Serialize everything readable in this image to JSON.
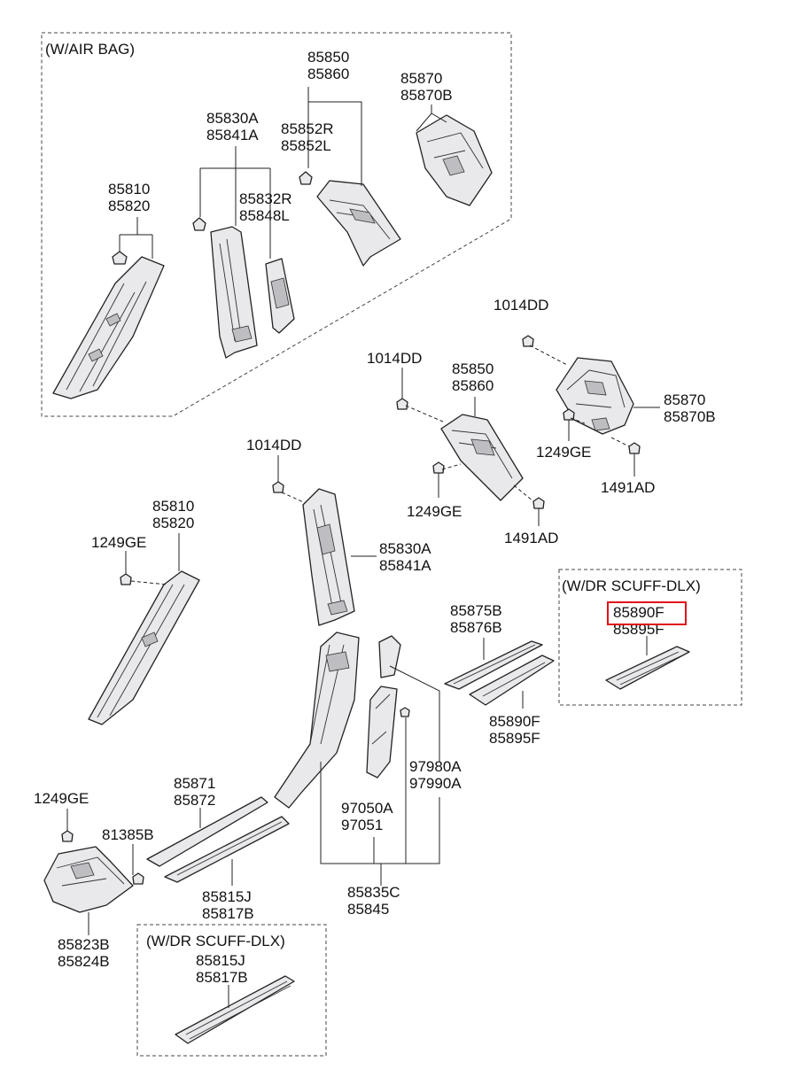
{
  "diagram": {
    "highlight_color": "#e0121b",
    "groups": [
      {
        "id": "w-air-bag",
        "label": "(W/AIR BAG)"
      },
      {
        "id": "w-dr-scuff-right",
        "label": "(W/DR SCUFF-DLX)"
      },
      {
        "id": "w-dr-scuff-bottom",
        "label": "(W/DR SCUFF-DLX)"
      }
    ],
    "callouts": {
      "a1": [
        "85850",
        "85860"
      ],
      "a2": [
        "85870",
        "85870B"
      ],
      "a3": [
        "85830A",
        "85841A"
      ],
      "a4": [
        "85852R",
        "85852L"
      ],
      "a5": [
        "85810",
        "85820"
      ],
      "a6": [
        "85832R",
        "85848L"
      ],
      "m1": [
        "1014DD"
      ],
      "m2": [
        "1014DD"
      ],
      "m3": [
        "85850",
        "85860"
      ],
      "m4": [
        "85870",
        "85870B"
      ],
      "m5": [
        "1249GE"
      ],
      "m6": [
        "1491AD"
      ],
      "m7": [
        "1249GE"
      ],
      "m8": [
        "1491AD"
      ],
      "l1": [
        "1014DD"
      ],
      "l2": [
        "85810",
        "85820"
      ],
      "l3": [
        "1249GE"
      ],
      "l4": [
        "85830A",
        "85841A"
      ],
      "r1": [
        "85890F",
        "85895F"
      ],
      "r2": [
        "85875B",
        "85876B"
      ],
      "r3": [
        "85890F",
        "85895F"
      ],
      "c1": [
        "97980A",
        "97990A"
      ],
      "c2": [
        "97050A",
        "97051"
      ],
      "c3": [
        "85835C",
        "85845"
      ],
      "b1": [
        "85871",
        "85872"
      ],
      "b2": [
        "1249GE"
      ],
      "b3": [
        "81385B"
      ],
      "b4": [
        "85815J",
        "85817B"
      ],
      "b5": [
        "85823B",
        "85824B"
      ],
      "b6": [
        "85815J",
        "85817B"
      ]
    },
    "highlighted_part": "85890F"
  }
}
